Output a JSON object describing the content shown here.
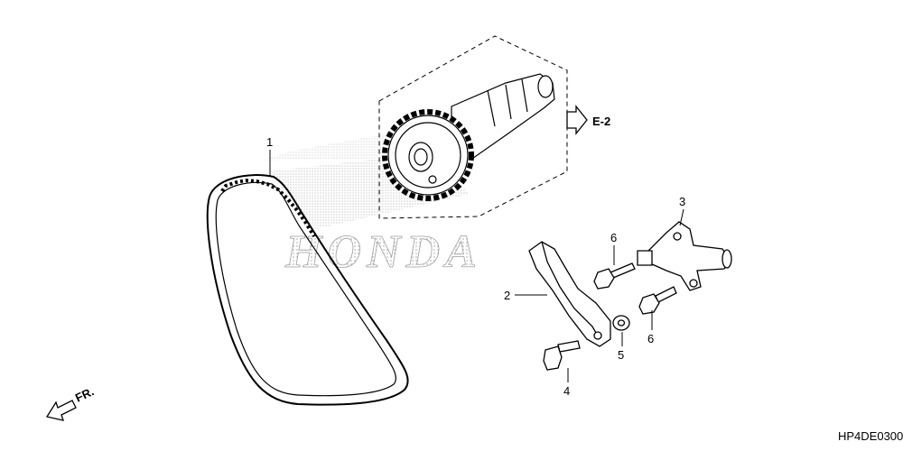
{
  "diagram": {
    "callouts": [
      {
        "num": "1",
        "part": "cam-chain"
      },
      {
        "num": "2",
        "part": "tensioner-slipper"
      },
      {
        "num": "3",
        "part": "tensioner-lifter"
      },
      {
        "num": "4",
        "part": "flange-bolt"
      },
      {
        "num": "5",
        "part": "washer"
      },
      {
        "num": "6",
        "part": "bolt"
      },
      {
        "num": "6",
        "part": "bolt"
      }
    ],
    "reference": "E-2",
    "direction": "FR.",
    "watermark": "HONDA",
    "code": "HP4DE0300"
  }
}
